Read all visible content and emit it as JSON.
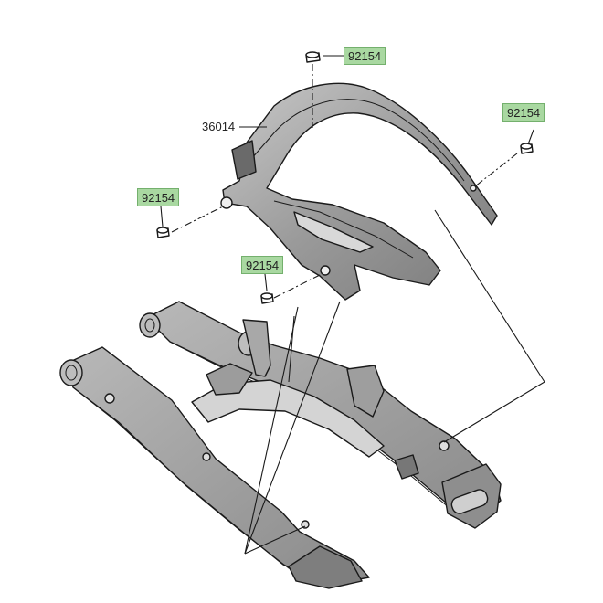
{
  "diagram": {
    "highlight_color": "#a9d8a1",
    "highlight_border": "#74b06d",
    "labels": {
      "bolt_top": "92154",
      "bolt_right": "92154",
      "bolt_left": "92154",
      "bolt_center": "92154",
      "cover": "36014"
    }
  }
}
